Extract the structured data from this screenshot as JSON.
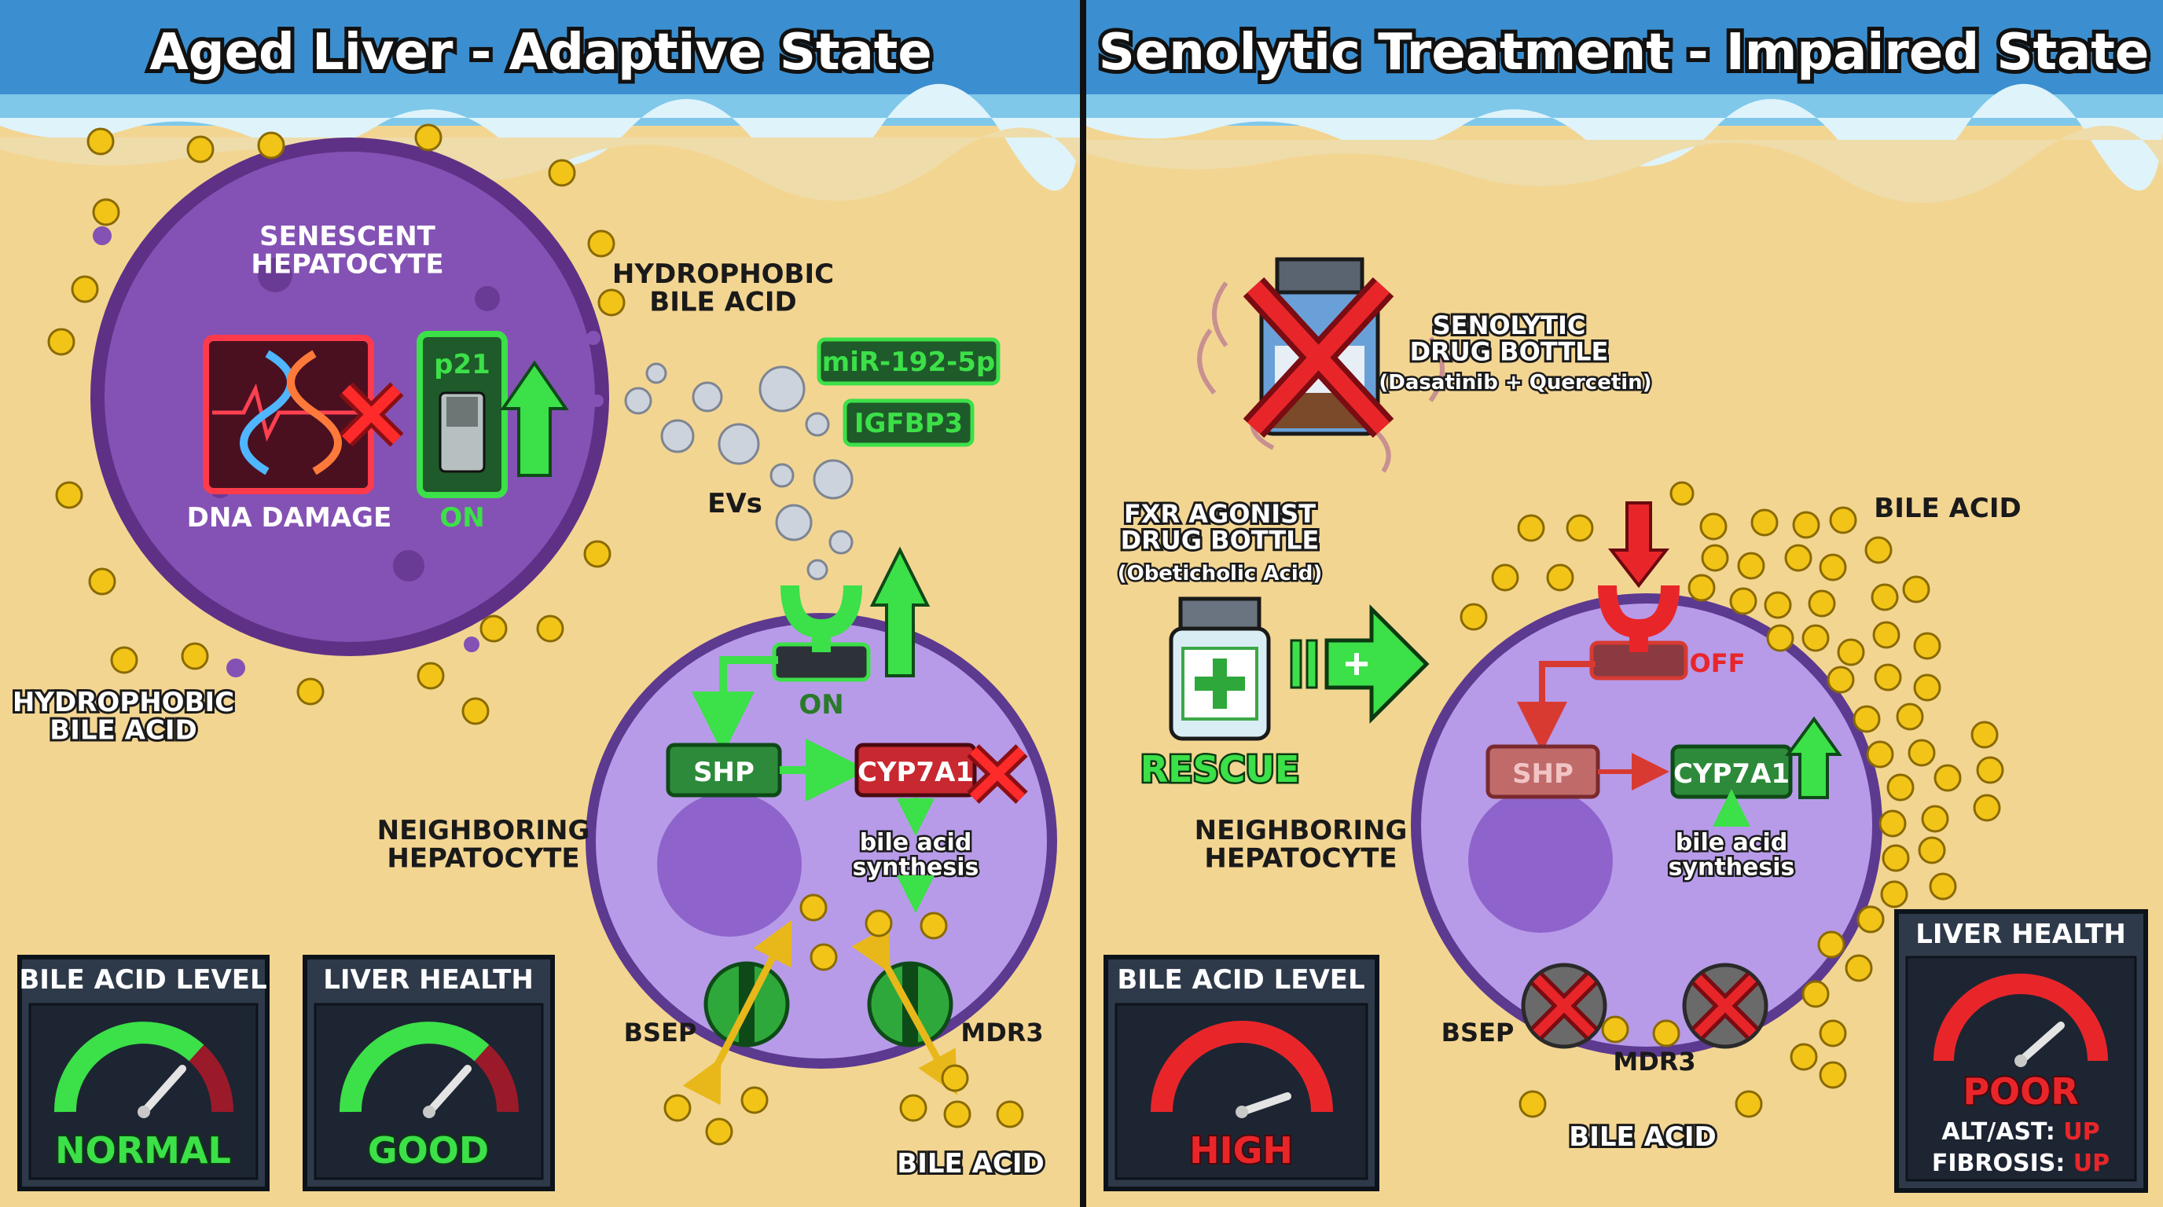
{
  "left_panel": {
    "title": "Aged Liver - Adaptive State",
    "senescent_label": "SENESCENT\nHEPATOCYTE",
    "dna_label": "DNA DAMAGE",
    "p21_label": "p21",
    "p21_state": "ON",
    "hydrophobic_top": "HYDROPHOBIC\nBILE ACID",
    "hydrophobic_bottom": "HYDROPHOBIC\nBILE ACID",
    "mirna": "miR-192-5p",
    "igfbp3": "IGFBP3",
    "evs": "EVs",
    "receptor_state": "ON",
    "shp": "SHP",
    "cyp": "CYP7A1",
    "synthesis": "bile acid\nsynthesis",
    "neighbor_label": "NEIGHBORING\nHEPATOCYTE",
    "bsep": "BSEP",
    "mdr3": "MDR3",
    "bile_acid": "BILE ACID",
    "gauge1": {
      "title": "BILE ACID LEVEL",
      "value": "NORMAL",
      "color": "#3ce048"
    },
    "gauge2": {
      "title": "LIVER HEALTH",
      "value": "GOOD",
      "color": "#3ce048"
    }
  },
  "right_panel": {
    "title": "Senolytic Treatment - Impaired State",
    "senolytic_label": "SENOLYTIC\nDRUG BOTTLE",
    "senolytic_sub": "(Dasatinib + Quercetin)",
    "fxr_label": "FXR AGONIST\nDRUG BOTTLE",
    "fxr_sub": "(Obeticholic Acid)",
    "rescue": "RESCUE",
    "bile_acid_top": "BILE ACID",
    "receptor_state": "OFF",
    "shp": "SHP",
    "cyp": "CYP7A1",
    "synthesis": "bile acid\nsynthesis",
    "neighbor_label": "NEIGHBORING\nHEPATOCYTE",
    "bsep": "BSEP",
    "mdr3": "MDR3",
    "bile_acid_bottom": "BILE ACID",
    "gauge1": {
      "title": "BILE ACID LEVEL",
      "value": "HIGH",
      "color": "#e8322c"
    },
    "gauge2": {
      "title": "LIVER HEALTH",
      "value": "POOR",
      "color": "#e8322c",
      "line1_label": "ALT/AST: ",
      "line1_value": "UP",
      "line2_label": "FIBROSIS: ",
      "line2_value": "UP"
    }
  },
  "colors": {
    "sand": "#f3d592",
    "ocean": "#3b8fd0",
    "senescent_cell": "#7b4aa8",
    "neighbor_cell": "#b79be8",
    "bile_acid_dot": "#f2c418",
    "on_green": "#3ce048",
    "off_red": "#e8322c"
  }
}
